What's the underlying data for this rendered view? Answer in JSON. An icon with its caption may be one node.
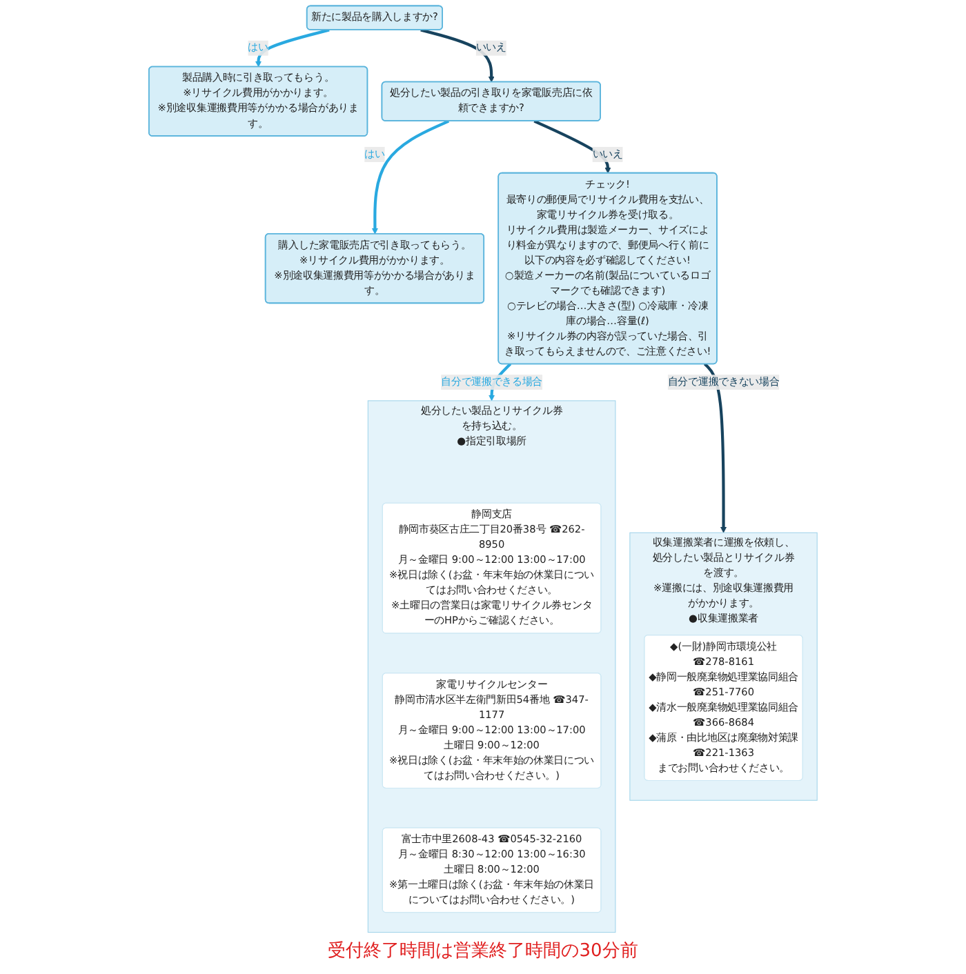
{
  "diagram": {
    "nodes": [
      {
        "text": [
          "新たに製品を購入しますか?"
        ]
      },
      {
        "text": [
          "製品購入時に引き取ってもらう。",
          "※リサイクル費用がかかります。",
          "※別途収集運搬費用等がかかる場合があります。"
        ]
      },
      {
        "text": [
          "処分したい製品の引き取りを家電販売店に依頼できますか?"
        ]
      },
      {
        "text": [
          "購入した家電販売店で引き取ってもらう。",
          "※リサイクル費用がかかります。",
          "※別途収集運搬費用等がかかる場合があります。"
        ]
      },
      {
        "text": [
          "チェック!",
          "最寄りの郵便局でリサイクル費用を支払い、家電リサイクル券を受け取る。",
          "リサイクル費用は製造メーカー、サイズにより料金が異なりますので、郵便局へ行く前に以下の内容を必ず確認してください!",
          "○製造メーカーの名前(製品についているロゴマークでも確認できます)",
          "○テレビの場合…大きさ(型) ○冷蔵庫・冷凍庫の場合…容量(ℓ)",
          "※リサイクル券の内容が誤っていた場合、引き取ってもらえませんので、ご注意ください!"
        ]
      },
      {
        "text": [
          "処分したい製品とリサイクル券を持ち込む。",
          "●指定引取場所"
        ]
      },
      {
        "text": [
          "静岡支店",
          "静岡市葵区古庄二丁目20番38号 ☎262-8950",
          "月～金曜日 9:00～12:00 13:00～17:00",
          "※祝日は除く(お盆・年末年始の休業日についてはお問い合わせください。",
          "※土曜日の営業日は家電リサイクル券センターのHPからご確認ください。"
        ],
        "in": 5
      },
      {
        "text": [
          "家電リサイクルセンター",
          "静岡市清水区半左衛門新田54番地 ☎347-1177",
          "月～金曜日 9:00～12:00 13:00～17:00",
          "土曜日 9:00～12:00",
          "※祝日は除く(お盆・年末年始の休業日についてはお問い合わせください。)"
        ],
        "in": 5
      },
      {
        "text": [
          "富士市中里2608-43 ☎0545-32-2160",
          "月～金曜日 8:30～12:00 13:00～16:30",
          "土曜日 8:00～12:00",
          "※第一土曜日は除く(お盆・年末年始の休業日についてはお問い合わせください。)"
        ],
        "in": 5
      },
      {
        "text": [
          "収集運搬業者に運搬を依頼し、処分したい製品とリサイクル券を渡す。",
          "※運搬には、別途収集運搬費用がかかります。",
          "●収集運搬業者"
        ]
      },
      {
        "text": [
          "◆(一財)静岡市環境公社",
          "☎278-8161",
          "◆静岡一般廃棄物処理業協同組合",
          "☎251-7760",
          "◆清水一般廃棄物処理業協同組合",
          "☎366-8684",
          "◆蒲原・由比地区は廃棄物対策課",
          "☎221-1363",
          "までお問い合わせください。"
        ],
        "in": 9
      }
    ],
    "labels": [
      "受付終了時間は営業終了時間の30分前"
    ],
    "edges": [
      {
        "from": 0,
        "to": 1,
        "arrow": "to",
        "label": "はい",
        "color": "#29a9e0"
      },
      {
        "from": 0,
        "to": 2,
        "arrow": "to",
        "label": "いいえ",
        "color": "#17435e"
      },
      {
        "from": 2,
        "to": 3,
        "arrow": "to",
        "label": "はい",
        "color": "#29a9e0"
      },
      {
        "from": 2,
        "to": 4,
        "arrow": "to",
        "label": "いいえ",
        "color": "#17435e"
      },
      {
        "from": 4,
        "to": 5,
        "arrow": "to",
        "label": "自分で運搬できる場合",
        "color": "#29a9e0"
      },
      {
        "from": 4,
        "to": 9,
        "arrow": "to",
        "label": "自分で運搬できない場合",
        "color": "#17435e"
      }
    ]
  }
}
